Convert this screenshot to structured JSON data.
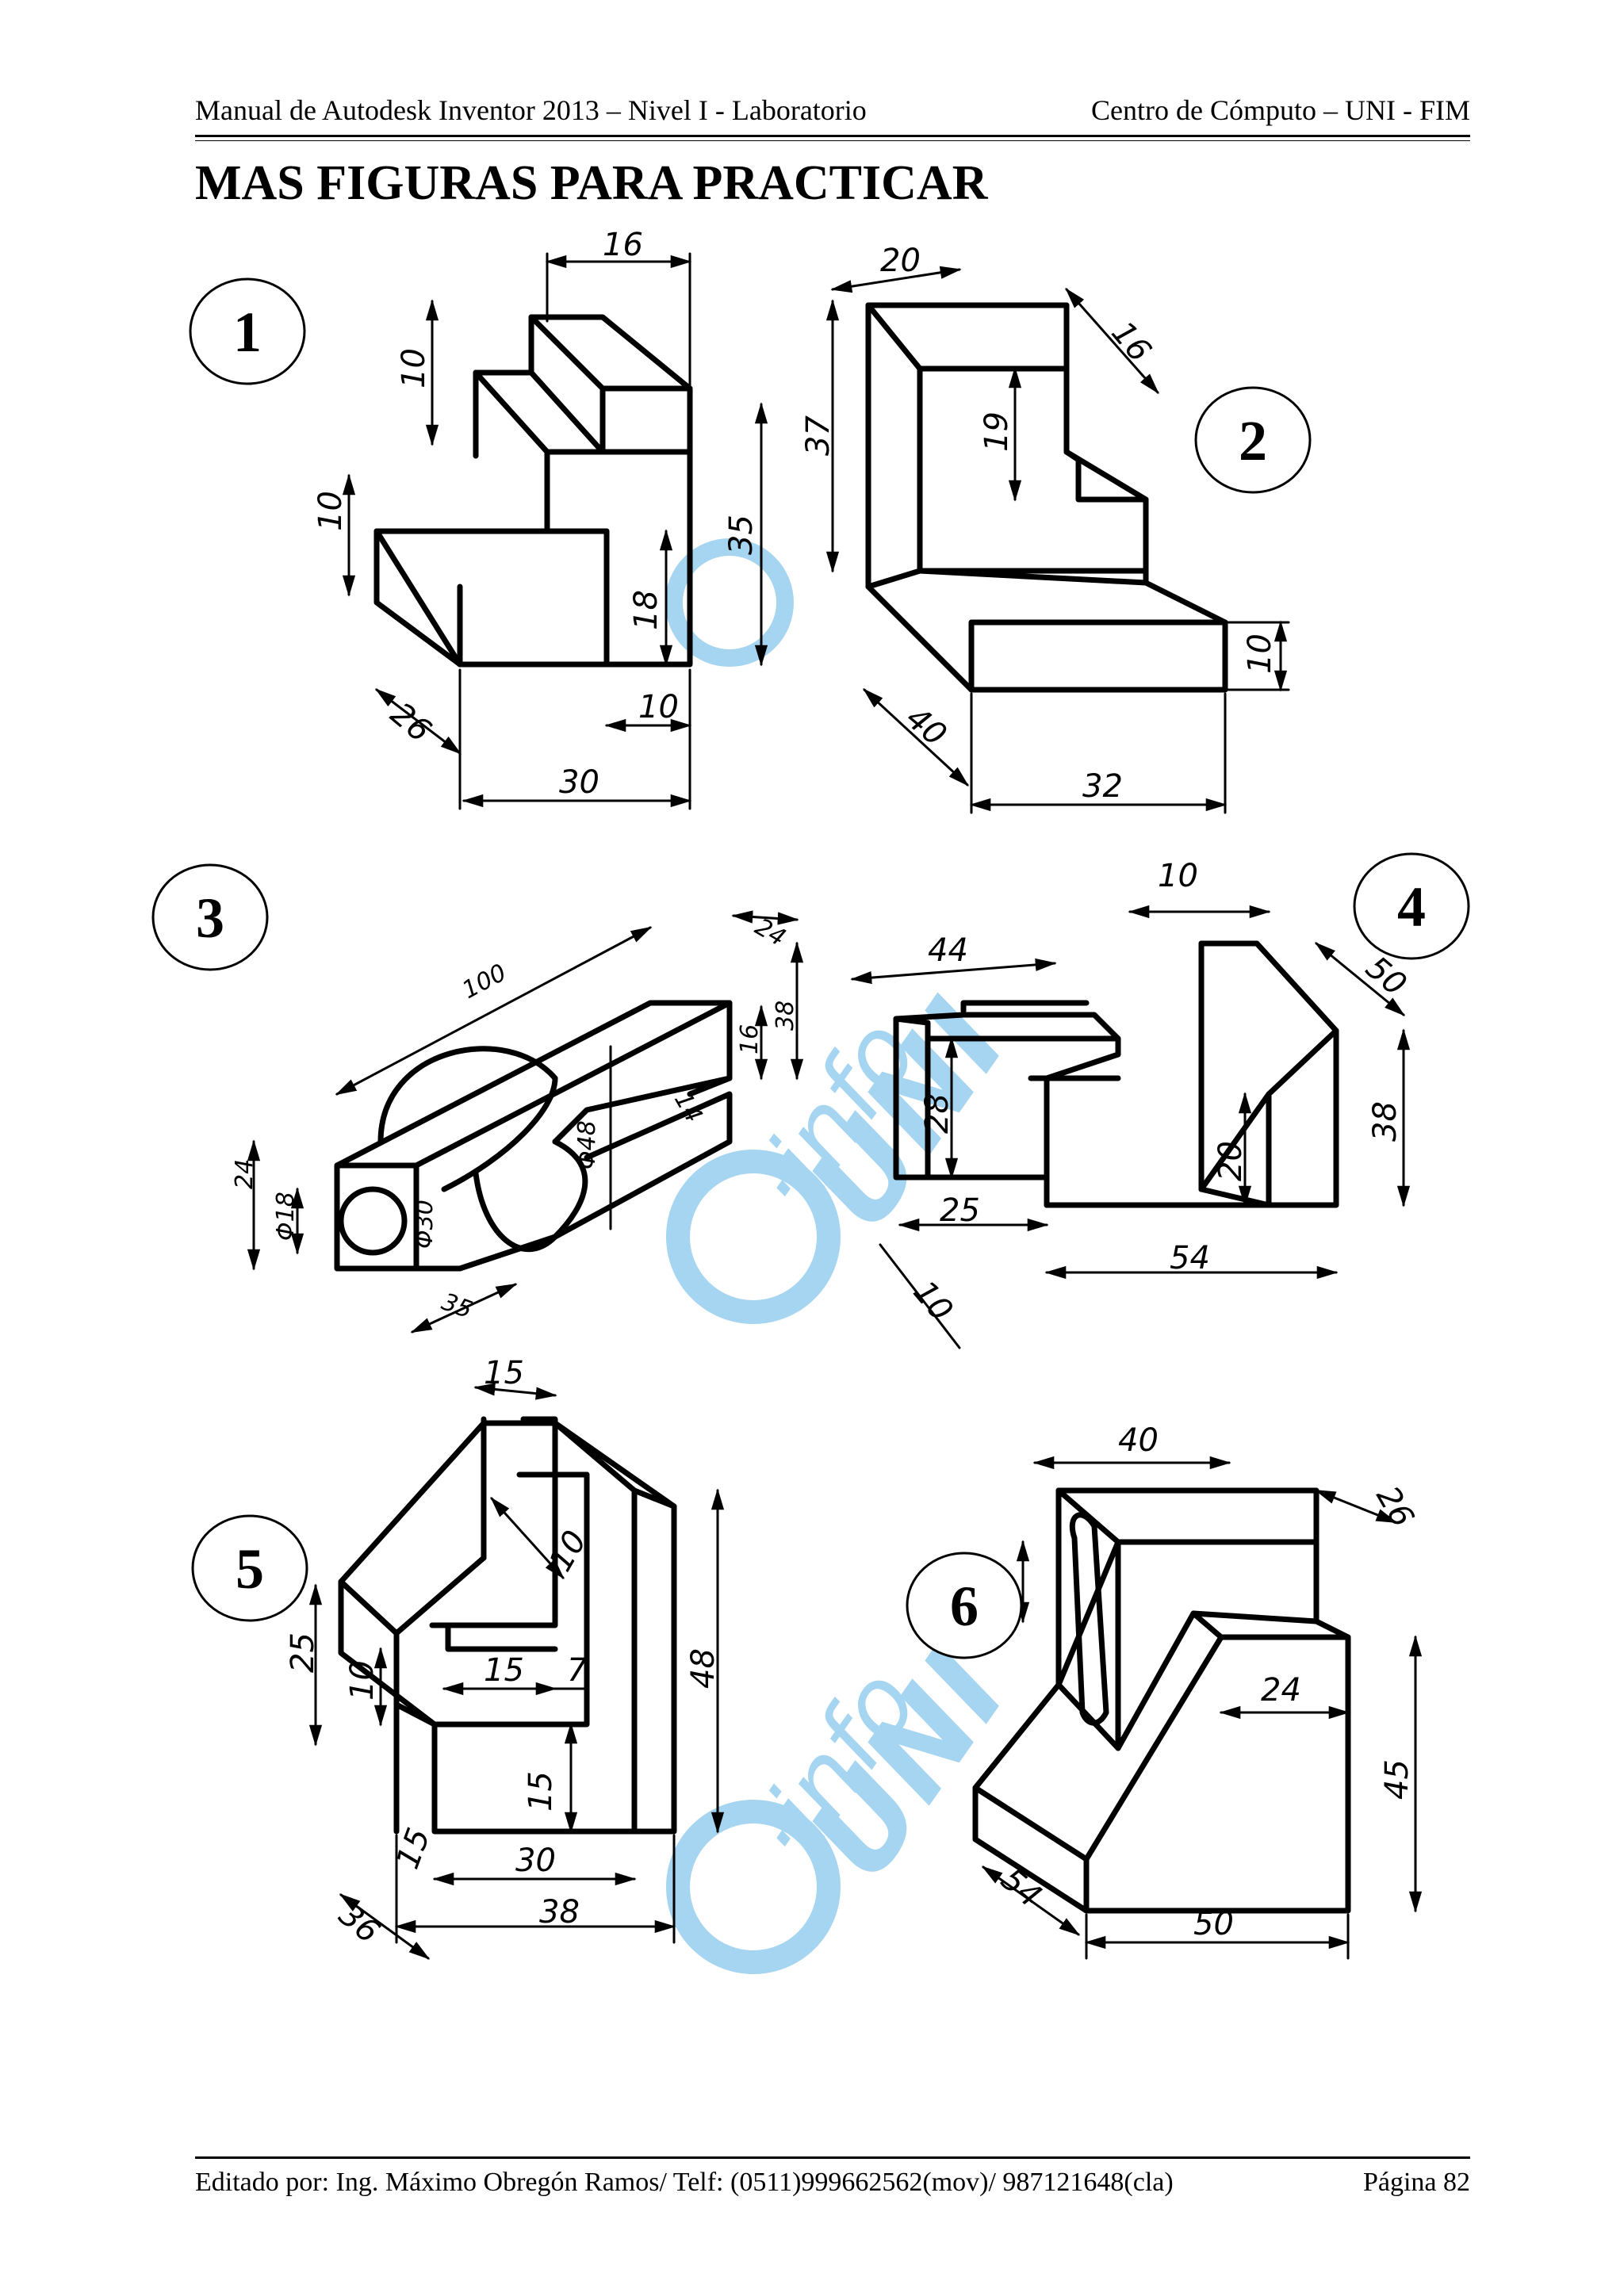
{
  "header": {
    "left": "Manual de Autodesk Inventor 2013 – Nivel I - Laboratorio",
    "right": "Centro de Cómputo – UNI - FIM"
  },
  "title": "MAS FIGURAS PARA PRACTICAR",
  "figures": [
    {
      "number": "1",
      "dims": [
        "16",
        "10",
        "10",
        "35",
        "18",
        "26",
        "10",
        "30"
      ]
    },
    {
      "number": "2",
      "dims": [
        "20",
        "16",
        "37",
        "19",
        "10",
        "40",
        "32"
      ]
    },
    {
      "number": "3",
      "dims": [
        "100",
        "24",
        "38",
        "16",
        "14",
        "Φ48",
        "24",
        "Φ18",
        "Φ30",
        "35"
      ]
    },
    {
      "number": "4",
      "dims": [
        "10",
        "44",
        "50",
        "28",
        "38",
        "20",
        "25",
        "54",
        "10"
      ]
    },
    {
      "number": "5",
      "dims": [
        "15",
        "10",
        "25",
        "10",
        "15",
        "7",
        "48",
        "15",
        "15",
        "30",
        "36",
        "38"
      ]
    },
    {
      "number": "6",
      "dims": [
        "40",
        "26",
        "24",
        "45",
        "54",
        "50"
      ]
    }
  ],
  "watermark": {
    "text1": "·info",
    "text2": "UNI",
    "color": "#5bb3e6"
  },
  "footer": {
    "left": "Editado por: Ing. Máximo Obregón Ramos/ Telf: (0511)999662562(mov)/ 987121648(cla)",
    "right": "Página 82"
  }
}
